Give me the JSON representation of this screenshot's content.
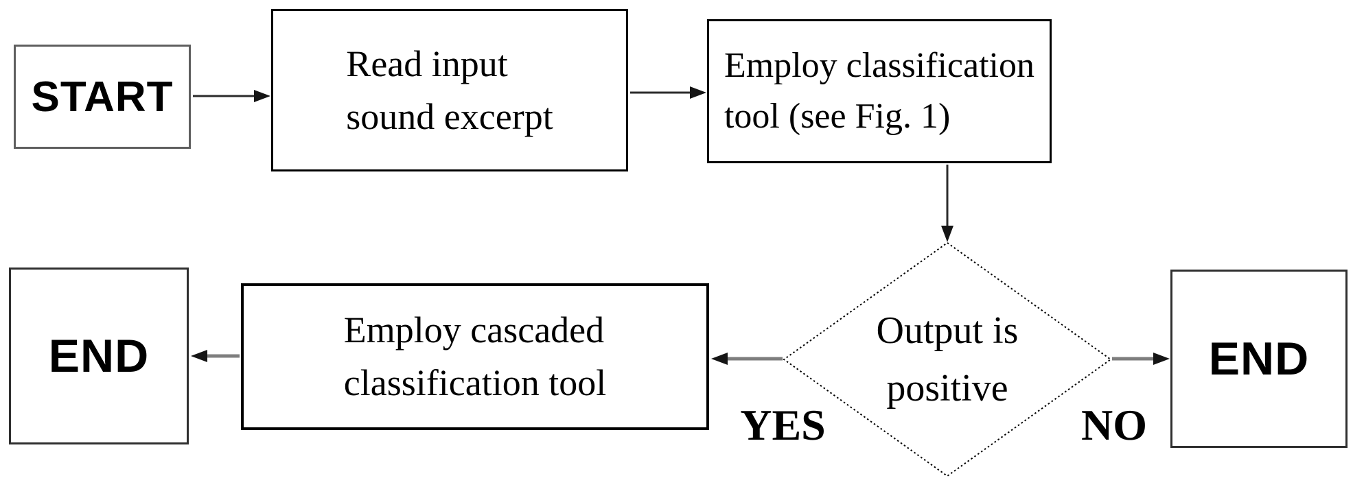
{
  "colors": {
    "background": "#ffffff",
    "text": "#000000",
    "box_border": "#000000",
    "terminator_border": "#5f5f5f",
    "end_border": "#2f2f2f",
    "edge_dark": "#2b2b2b",
    "edge_gray": "#7e7e7e",
    "arrow_head": "#151515"
  },
  "nodes": {
    "start": {
      "label": "START"
    },
    "read": {
      "lines": [
        "Read input",
        "sound excerpt"
      ]
    },
    "classify": {
      "lines": [
        "Employ classification",
        "tool (see Fig. 1)"
      ]
    },
    "decision": {
      "lines": [
        "Output is",
        "positive"
      ]
    },
    "cascade": {
      "lines": [
        "Employ cascaded",
        "classification tool"
      ]
    },
    "end_yes": {
      "label": "END"
    },
    "end_no": {
      "label": "END"
    }
  },
  "edge_labels": {
    "yes": "YES",
    "no": "NO"
  }
}
